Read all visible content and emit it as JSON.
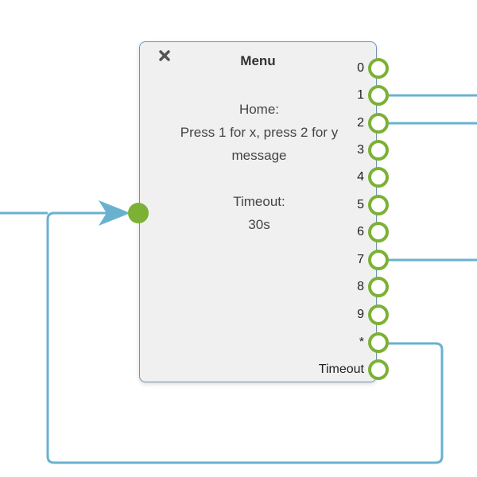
{
  "node": {
    "title": "Menu",
    "close_icon": "close-x-icon",
    "body_lines": [
      "Home:",
      "Press 1 for x, press 2 for y",
      "message",
      "",
      "Timeout:",
      "30s"
    ]
  },
  "output_ports": [
    {
      "label": "0",
      "connected": false
    },
    {
      "label": "1",
      "connected": true
    },
    {
      "label": "2",
      "connected": true
    },
    {
      "label": "3",
      "connected": false
    },
    {
      "label": "4",
      "connected": false
    },
    {
      "label": "5",
      "connected": false
    },
    {
      "label": "6",
      "connected": false
    },
    {
      "label": "7",
      "connected": true
    },
    {
      "label": "8",
      "connected": false
    },
    {
      "label": "9",
      "connected": false
    },
    {
      "label": "*",
      "connected": true
    },
    {
      "label": "Timeout",
      "connected": false
    }
  ],
  "colors": {
    "wire": "#68b2d0",
    "port": "#7cb135",
    "port_fill": "#ffffff",
    "node_bg": "#f0f0f0",
    "node_border": "#6f93b0"
  }
}
